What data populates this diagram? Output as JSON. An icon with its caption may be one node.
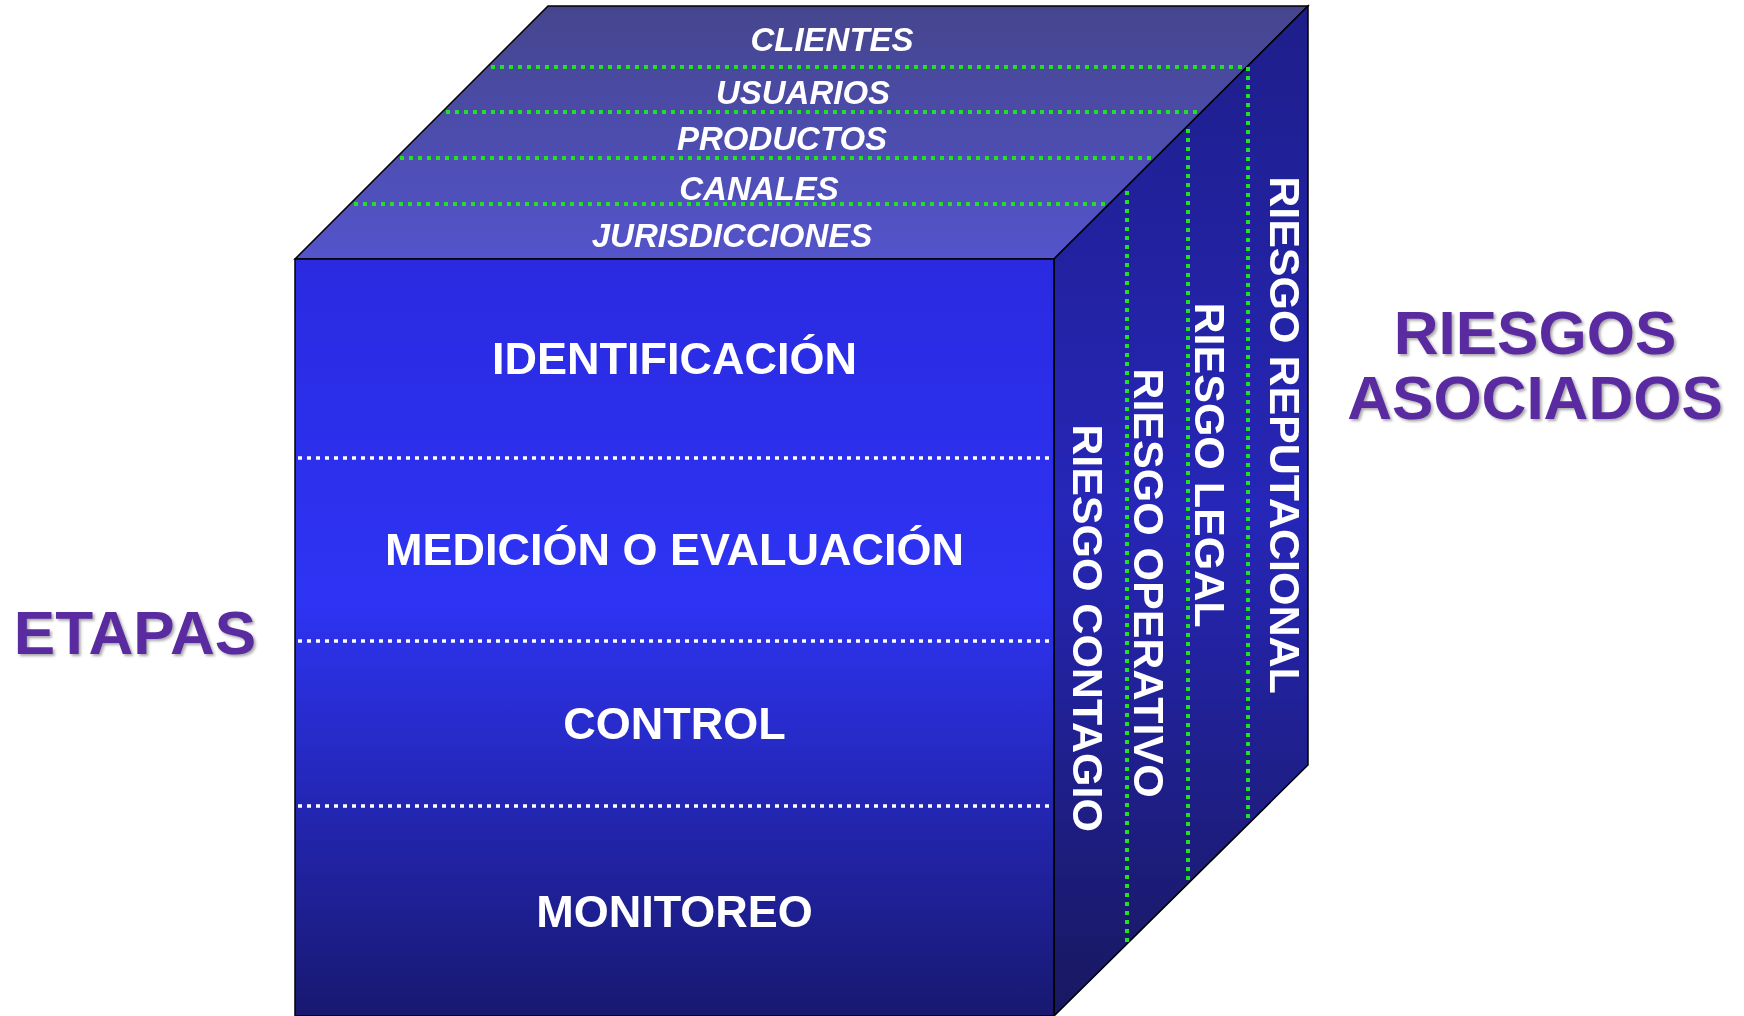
{
  "diagram": {
    "nodes": [
      {
        "text": [
          "CLIENTES"
        ]
      },
      {
        "text": [
          "USUARIOS"
        ]
      },
      {
        "text": [
          "PRODUCTOS"
        ]
      },
      {
        "text": [
          "CANALES"
        ]
      },
      {
        "text": [
          "JURISDICCIONES"
        ]
      },
      {
        "text": [
          "IDENTIFICACIÓN"
        ]
      },
      {
        "text": [
          "MEDICIÓN O EVALUACIÓN"
        ]
      },
      {
        "text": [
          "CONTROL"
        ]
      },
      {
        "text": [
          "MONITOREO"
        ]
      },
      {
        "text": [
          "RIESGO CONTAGIO"
        ]
      },
      {
        "text": [
          "RIESGO OPERATIVO"
        ]
      },
      {
        "text": [
          "RIESGO LEGAL"
        ]
      },
      {
        "text": [
          "RIESGO REPUTACIONAL"
        ]
      }
    ],
    "labels": [
      "RIESGOS ASOCIADOS",
      "ETAPAS"
    ]
  }
}
